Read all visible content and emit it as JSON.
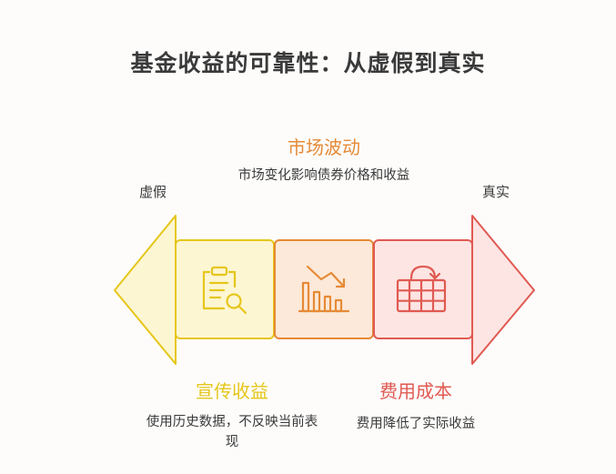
{
  "title": "基金收益的可靠性：从虚假到真实",
  "left_end": "虚假",
  "right_end": "真实",
  "sections": [
    {
      "heading": "宣传收益",
      "desc": "使用历史数据，不反映当前表现",
      "color": "#e6c61a",
      "icon": "clipboard-magnifier-icon"
    },
    {
      "heading": "市场波动",
      "desc": "市场变化影响债券价格和收益",
      "color": "#e58a36",
      "icon": "declining-bar-chart-icon"
    },
    {
      "heading": "费用成本",
      "desc": "费用降低了实际收益",
      "color": "#e05a52",
      "icon": "exchange-grid-icon"
    }
  ]
}
